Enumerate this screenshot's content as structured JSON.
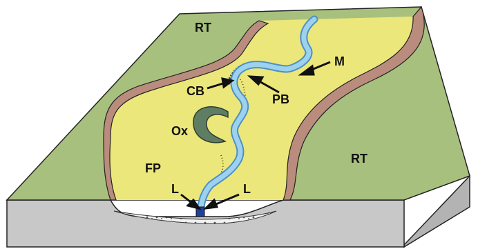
{
  "labels": {
    "rt_top": "RT",
    "rt_right": "RT",
    "m": "M",
    "cb": "CB",
    "pb": "PB",
    "ox": "Ox",
    "fp": "FP",
    "l_left": "L",
    "l_right": "L"
  },
  "colors": {
    "terrace": "#a8c07e",
    "floodplain": "#ece77a",
    "bluff": "#b98c7d",
    "river": "#9dd2ee",
    "river_edge": "#4e8fc4",
    "oxbow": "#5f7d62",
    "front_face": "#c9c9c9",
    "right_face": "#b5b5b5",
    "outline": "#222222"
  }
}
